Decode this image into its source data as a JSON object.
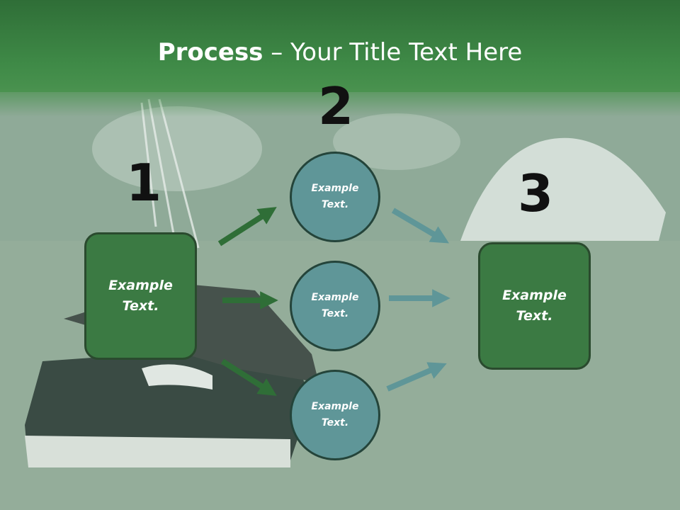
{
  "title": {
    "bold": "Process",
    "rest": " – Your Title Text Here"
  },
  "numbers": {
    "n1": "1",
    "n2": "2",
    "n3": "3"
  },
  "boxes": {
    "left": "Example Text.",
    "right": "Example Text."
  },
  "circles": {
    "top": "Example Text.",
    "middle": "Example Text.",
    "bottom": "Example Text."
  },
  "colors": {
    "banner": "#3f8a47",
    "box": "#3b7a43",
    "circle": "#5f9698",
    "green_arrow": "#2f6e37",
    "teal_arrow": "#5f9698"
  }
}
